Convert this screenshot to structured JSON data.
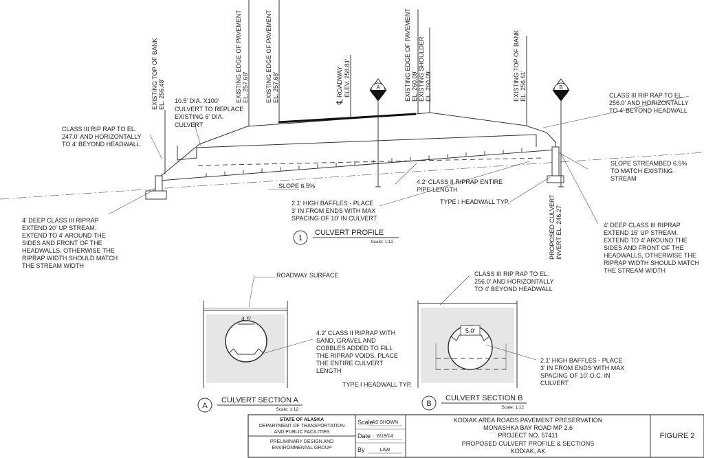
{
  "profile": {
    "labels": {
      "top_bank_left": "EXISTING TOP OF BANK",
      "top_bank_left_el": "EL. 256.48'",
      "edge_pave_1": "EXISTING EDGE OF PAVEMENT",
      "edge_pave_1_el": "EL. 257.68'",
      "edge_pave_2": "EXISTING EDGE OF PAVEMENT",
      "edge_pave_2_el": "EL. 257.68'",
      "roadway": "ROADWAY",
      "roadway_el": "ELEV. 258.81'",
      "edge_pave_3": "EXISTING EDGE OF PAVEMENT",
      "edge_pave_3_el": "EL. 260.09'",
      "shoulder": "EXISTING SHOULDER",
      "shoulder_el": "EL. 260.09'",
      "top_bank_right": "EXISTING TOP OF BANK",
      "top_bank_right_el": "EL. 256.61'",
      "proposed_culvert": "PROPOSED CULVERT",
      "invert_el": "INVERT EL. 246.27'",
      "centerline_symbol": "℄",
      "section_a": "A",
      "section_b": "B",
      "section_a_sheet": "-",
      "section_b_sheet": "-"
    },
    "notes": {
      "culvert_replace": [
        "10.5' DIA. X100'",
        "CULVERT TO REPLACE",
        "EXISTING 6' DIA.",
        "CULVERT"
      ],
      "riprap_left": [
        "CLASS III RIP RAP TO EL.",
        "247.0' AND HORIZONTALLY",
        "TO 4' BEYOND HEADWALL"
      ],
      "riprap_right": [
        "CLASS III RIP RAP TO EL.",
        "256.0' AND HORIZONTALLY",
        "TO 4' BEYOND HEADWALL"
      ],
      "slope_streambed": [
        "SLOPE STREAMBED 6.5%",
        "TO MATCH EXISTING",
        "STREAM"
      ],
      "slope": "SLOPE 6.5%",
      "class2_riprap": [
        "4.2' CLASS II RIPRAP ENTIRE",
        "PIPE LENGTH"
      ],
      "baffles": [
        "2.1' HIGH BAFFLES - PLACE",
        "3' IN FROM ENDS WITH MAX",
        "SPACING OF 10' IN CULVERT"
      ],
      "headwall": "TYPE I HEADWALL TYP.",
      "deep_left": [
        "4' DEEP CLASS III RIPRAP",
        "EXTEND 20' UP STREAM.",
        "EXTEND TO 4' AROUND THE",
        "SIDES AND FRONT OF THE",
        "HEADWALLS, OTHERWISE THE",
        "RIPRAP WIDTH SHOULD MATCH",
        "THE STREAM WIDTH"
      ],
      "deep_right": [
        "4' DEEP CLASS III RIPRAP",
        "EXTEND 15' UP STREAM.",
        "EXTEND TO 4' AROUND THE",
        "SIDES AND FRONT OF THE",
        "HEADWALLS, OTHERWISE THE",
        "RIPRAP WIDTH SHOULD MATCH",
        "THE STREAM WIDTH"
      ]
    },
    "title_number": "1",
    "title": "CULVERT PROFILE",
    "scale": "Scale: 1:12"
  },
  "section_a": {
    "roadway_surface": "ROADWAY SURFACE",
    "dim": "4.5'",
    "riprap_note": [
      "4.2' CLASS II RIPRAP WITH",
      "SAND, GRAVEL AND",
      "COBBLES ADDED TO FILL",
      "THE RIPRAP VOIDS. PLACE",
      "THE ENTIRE CULVERT",
      "LENGTH"
    ],
    "headwall": "TYPE I HEADWALL TYP.",
    "title_letter": "A",
    "title": "CULVERT SECTION A",
    "scale": "Scale: 1:12"
  },
  "section_b": {
    "riprap_note": [
      "CLASS III RIP RAP TO EL.",
      "256.0' AND HORIZONTALLY",
      "TO 4' BEYOND HEADWALL"
    ],
    "dim": "5.0'",
    "baffles_note": [
      "2.1' HIGH BAFFLES - PLACE",
      "3' IN FROM ENDS WITH MAX",
      "SPACING OF 10' O.C. IN",
      "CULVERT"
    ],
    "title_letter": "B",
    "title": "CULVERT SECTION B",
    "scale": "Scale: 1:12"
  },
  "title_block": {
    "state": "STATE OF ALASKA",
    "department": [
      "DEPARTMENT OF TRANSPORTATION",
      "AND PUBLIC FACILITIES"
    ],
    "group": [
      "PRELIMINARY DESIGN AND",
      "ENVIRONMENTAL GROUP"
    ],
    "scale_label": "Scale",
    "scale_value": "AS SHOWN",
    "date_label": "Date",
    "date_value": "6/18/14",
    "by_label": "By",
    "by_value": "LAW",
    "project_lines": [
      "KODIAK AREA ROADS PAVEMENT PRESERVATION",
      "MONASHKA BAY ROAD MP 2.6",
      "PROJECT NO. 57411",
      "PROPOSED CULVERT PROFILE & SECTIONS",
      "KODIAK, AK"
    ],
    "figure": "FIGURE 2"
  }
}
